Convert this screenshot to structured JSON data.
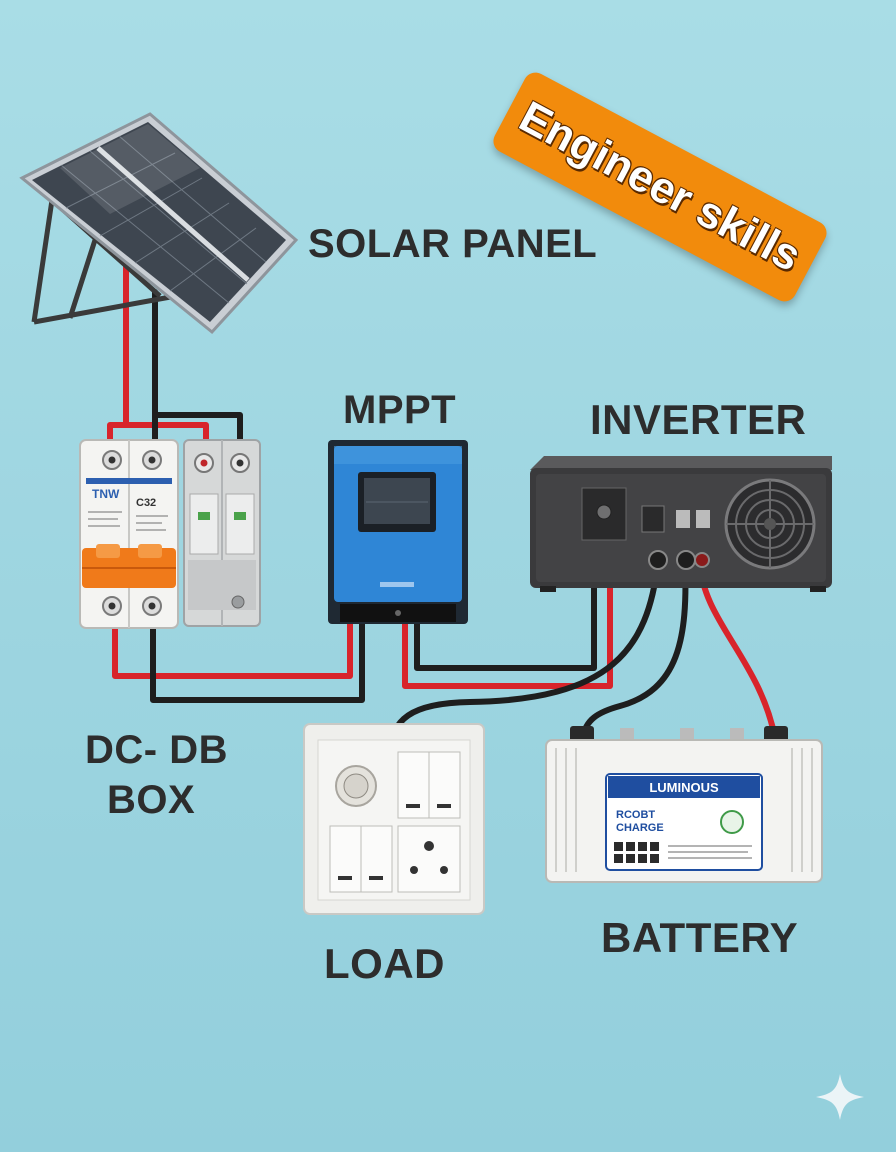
{
  "labels": {
    "solar_panel": "SOLAR PANEL",
    "mppt": "MPPT",
    "inverter": "INVERTER",
    "dc_db_box_line1": "DC- DB",
    "dc_db_box_line2": "BOX",
    "load": "LOAD",
    "battery": "BATTERY"
  },
  "badge": {
    "text": "Engineer skills",
    "color": "#f28b0c"
  },
  "device_text": {
    "breaker_brand": "TNW",
    "breaker_rating": "C32",
    "battery_brand": "LUMINOUS",
    "battery_model_line1": "RCOBT",
    "battery_model_line2": "CHARGE"
  },
  "colors": {
    "background": "#a3d9e3",
    "positive_wire": "#d8242b",
    "negative_wire": "#1e1e1e",
    "mppt_body": "#2f86d6",
    "breaker_handle": "#f07a1a",
    "battery_label": "#1f4ea0"
  },
  "icons": [
    "sparkle-icon"
  ]
}
